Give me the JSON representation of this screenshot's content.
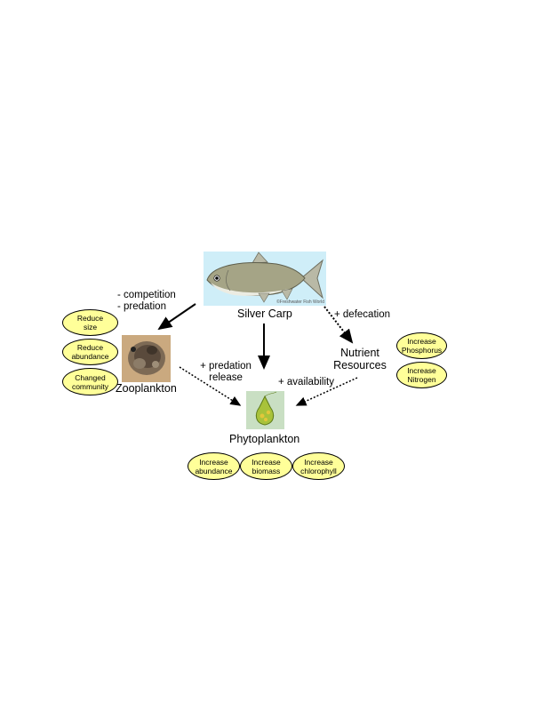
{
  "nodes": {
    "silver_carp": "Silver Carp",
    "zooplankton": "Zooplankton",
    "phytoplankton": "Phytoplankton",
    "nutrient": "Nutrient\nResources"
  },
  "fish_credit": "©Freshwater Fish World",
  "edges": {
    "carp_to_zoo": "- competition\n- predation",
    "carp_to_nutrient": "+ defecation",
    "zoo_to_phyto": "+ predation\nrelease",
    "nutrient_to_phyto": "+ availability"
  },
  "zooplankton_effects": [
    "Reduce\nsize",
    "Reduce\nabundance",
    "Changed\ncommunity"
  ],
  "nutrient_effects": [
    "Increase\nPhosphorus",
    "Increase\nNitrogen"
  ],
  "phytoplankton_effects": [
    "Increase\nabundance",
    "Increase\nbiomass",
    "Increase\nchlorophyll"
  ],
  "colors": {
    "oval_fill": "#ffff99",
    "fish_bg": "#cfeef8"
  }
}
